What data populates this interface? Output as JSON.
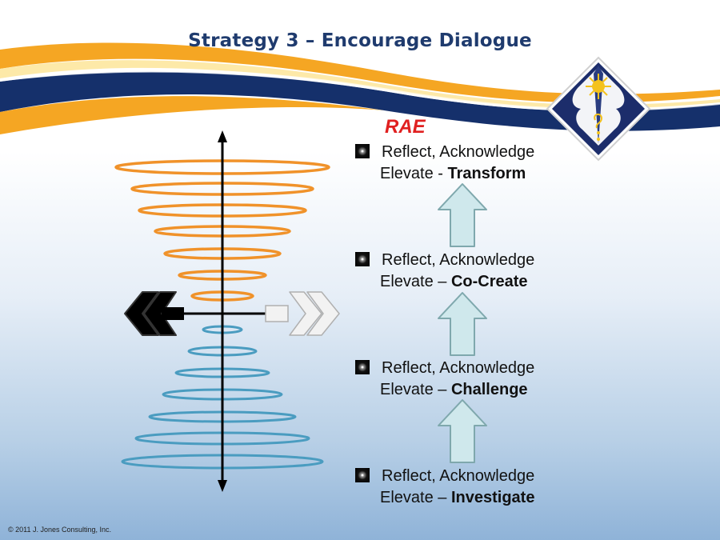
{
  "slide": {
    "title": "Strategy 3 – Encourage Dialogue",
    "rae_label": "RAE",
    "copyright": "© 2011 J. Jones Consulting, Inc."
  },
  "steps": [
    {
      "line1": "Reflect, Acknowledge",
      "prefix": "Elevate - ",
      "action": "Transform"
    },
    {
      "line1": "Reflect, Acknowledge",
      "prefix": "Elevate – ",
      "action": "Co-Create"
    },
    {
      "line1": "Reflect, Acknowledge",
      "prefix": "Elevate – ",
      "action": "Challenge"
    },
    {
      "line1": "Reflect, Acknowledge",
      "prefix": "Elevate – ",
      "action": "Investigate"
    }
  ],
  "colors": {
    "title": "#1f3b6e",
    "rae": "#e02020",
    "upper_rings": "#f0922a",
    "lower_rings": "#4a9cc0",
    "up_arrow_fill": "#cfe8ec",
    "up_arrow_stroke": "#7fa8ad",
    "swoosh_orange": "#f5a623",
    "swoosh_navy": "#15306b"
  },
  "icons": {
    "left_arrow": "double-chevron-left-icon",
    "right_arrow": "double-chevron-right-icon",
    "bullet": "starburst-bullet-icon",
    "logo": "diamond-logo-icon"
  }
}
